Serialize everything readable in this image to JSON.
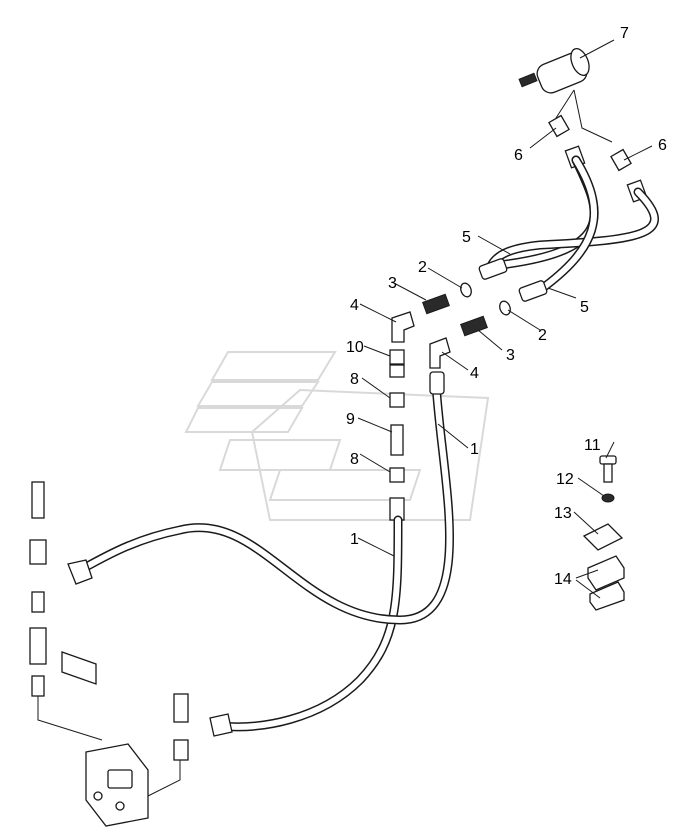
{
  "callouts": [
    {
      "id": "c7",
      "text": "7"
    },
    {
      "id": "c6a",
      "text": "6"
    },
    {
      "id": "c6b",
      "text": "6"
    },
    {
      "id": "c5a",
      "text": "5"
    },
    {
      "id": "c5b",
      "text": "5"
    },
    {
      "id": "c2a",
      "text": "2"
    },
    {
      "id": "c2b",
      "text": "2"
    },
    {
      "id": "c3a",
      "text": "3"
    },
    {
      "id": "c3b",
      "text": "3"
    },
    {
      "id": "c4a",
      "text": "4"
    },
    {
      "id": "c4b",
      "text": "4"
    },
    {
      "id": "c10",
      "text": "10"
    },
    {
      "id": "c8a",
      "text": "8"
    },
    {
      "id": "c8b",
      "text": "8"
    },
    {
      "id": "c9",
      "text": "9"
    },
    {
      "id": "c1a",
      "text": "1"
    },
    {
      "id": "c1b",
      "text": "1"
    },
    {
      "id": "c11",
      "text": "11"
    },
    {
      "id": "c12",
      "text": "12"
    },
    {
      "id": "c13",
      "text": "13"
    },
    {
      "id": "c14",
      "text": "14"
    }
  ]
}
